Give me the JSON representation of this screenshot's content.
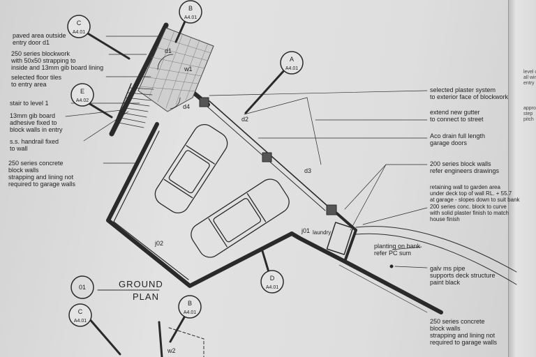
{
  "notes_left": [
    "paved area outside\nentry door d1",
    "250 series blockwork\nwith 50x50 strapping to\ninside and 13mm gib board lining",
    "selected floor tiles\nto entry area",
    "stair to level 1",
    "13mm gib board\nadhesive fixed to\nblock walls in entry",
    "s.s. handrail fixed\nto wall",
    "250 series concrete\nblock walls\nstrapping and lining not\nrequired to garage walls"
  ],
  "notes_right": [
    "selected plaster system\nto exterior face of blockwork",
    "extend new gutter\nto connect to street",
    "Aco drain full length\ngarage doors",
    "200 series block walls\nrefer engineers drawings",
    "retaining wall to garden area\nunder deck top of wall RL. + 55.7\nat garage - slopes down to suit bank",
    "200 series conc. block to curve\nwith solid plaster finish to match\nhouse finish",
    "planting on bank\nrefer PC sum",
    "galv ms pipe\nsupports deck structure\npaint black",
    "250 series concrete\nblock walls\nstrapping and lining not\nrequired to garage walls"
  ],
  "edge_notes": [
    "level c\nall wind\nentry",
    "appro\nstep\npitch"
  ],
  "plan_labels": {
    "d1": "d1",
    "d2": "d2",
    "d3": "d3",
    "d4": "d4",
    "w1": "w1",
    "j01": "j01",
    "j02": "j02",
    "laundry": "laundry",
    "w2": "w2"
  },
  "section_markers": [
    {
      "letter": "C",
      "sheet": "A4.01"
    },
    {
      "letter": "B",
      "sheet": "A4.01"
    },
    {
      "letter": "E",
      "sheet": "A4.02"
    },
    {
      "letter": "A",
      "sheet": "A4.01"
    },
    {
      "letter": "D",
      "sheet": "A4.01"
    },
    {
      "letter": "C",
      "sheet": "A4.01"
    },
    {
      "letter": "B",
      "sheet": "A4.01"
    }
  ],
  "title_block": {
    "number": "01",
    "line1": "GROUND",
    "line2": "PLAN"
  }
}
